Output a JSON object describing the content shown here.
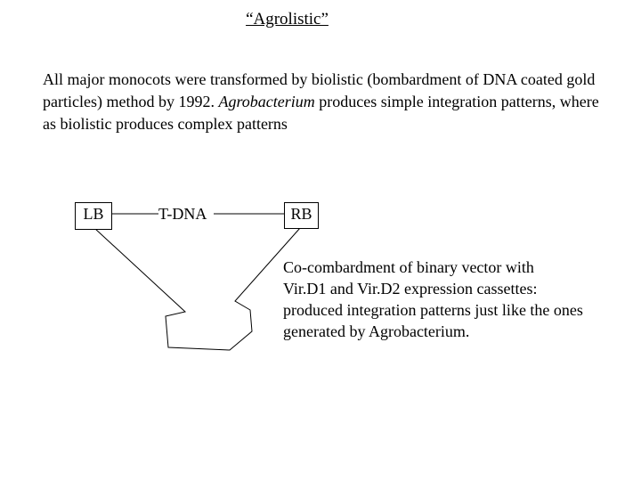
{
  "title": "“Agrolistic”",
  "intro": {
    "part1": "All major monocots were transformed by biolistic (bombardment of DNA coated gold particles) method by 1992. ",
    "italic": "Agrobacterium",
    "part2": " produces simple integration patterns, where as biolistic produces complex patterns"
  },
  "diagram": {
    "lb_label": "LB",
    "tdna_label": "T-DNA",
    "rb_label": "RB"
  },
  "note_lines": [
    "Co-combardment of binary vector with",
    "Vir.D1 and Vir.D2 expression cassettes:",
    "produced integration patterns just like the ones",
    "generated by Agrobacterium."
  ]
}
